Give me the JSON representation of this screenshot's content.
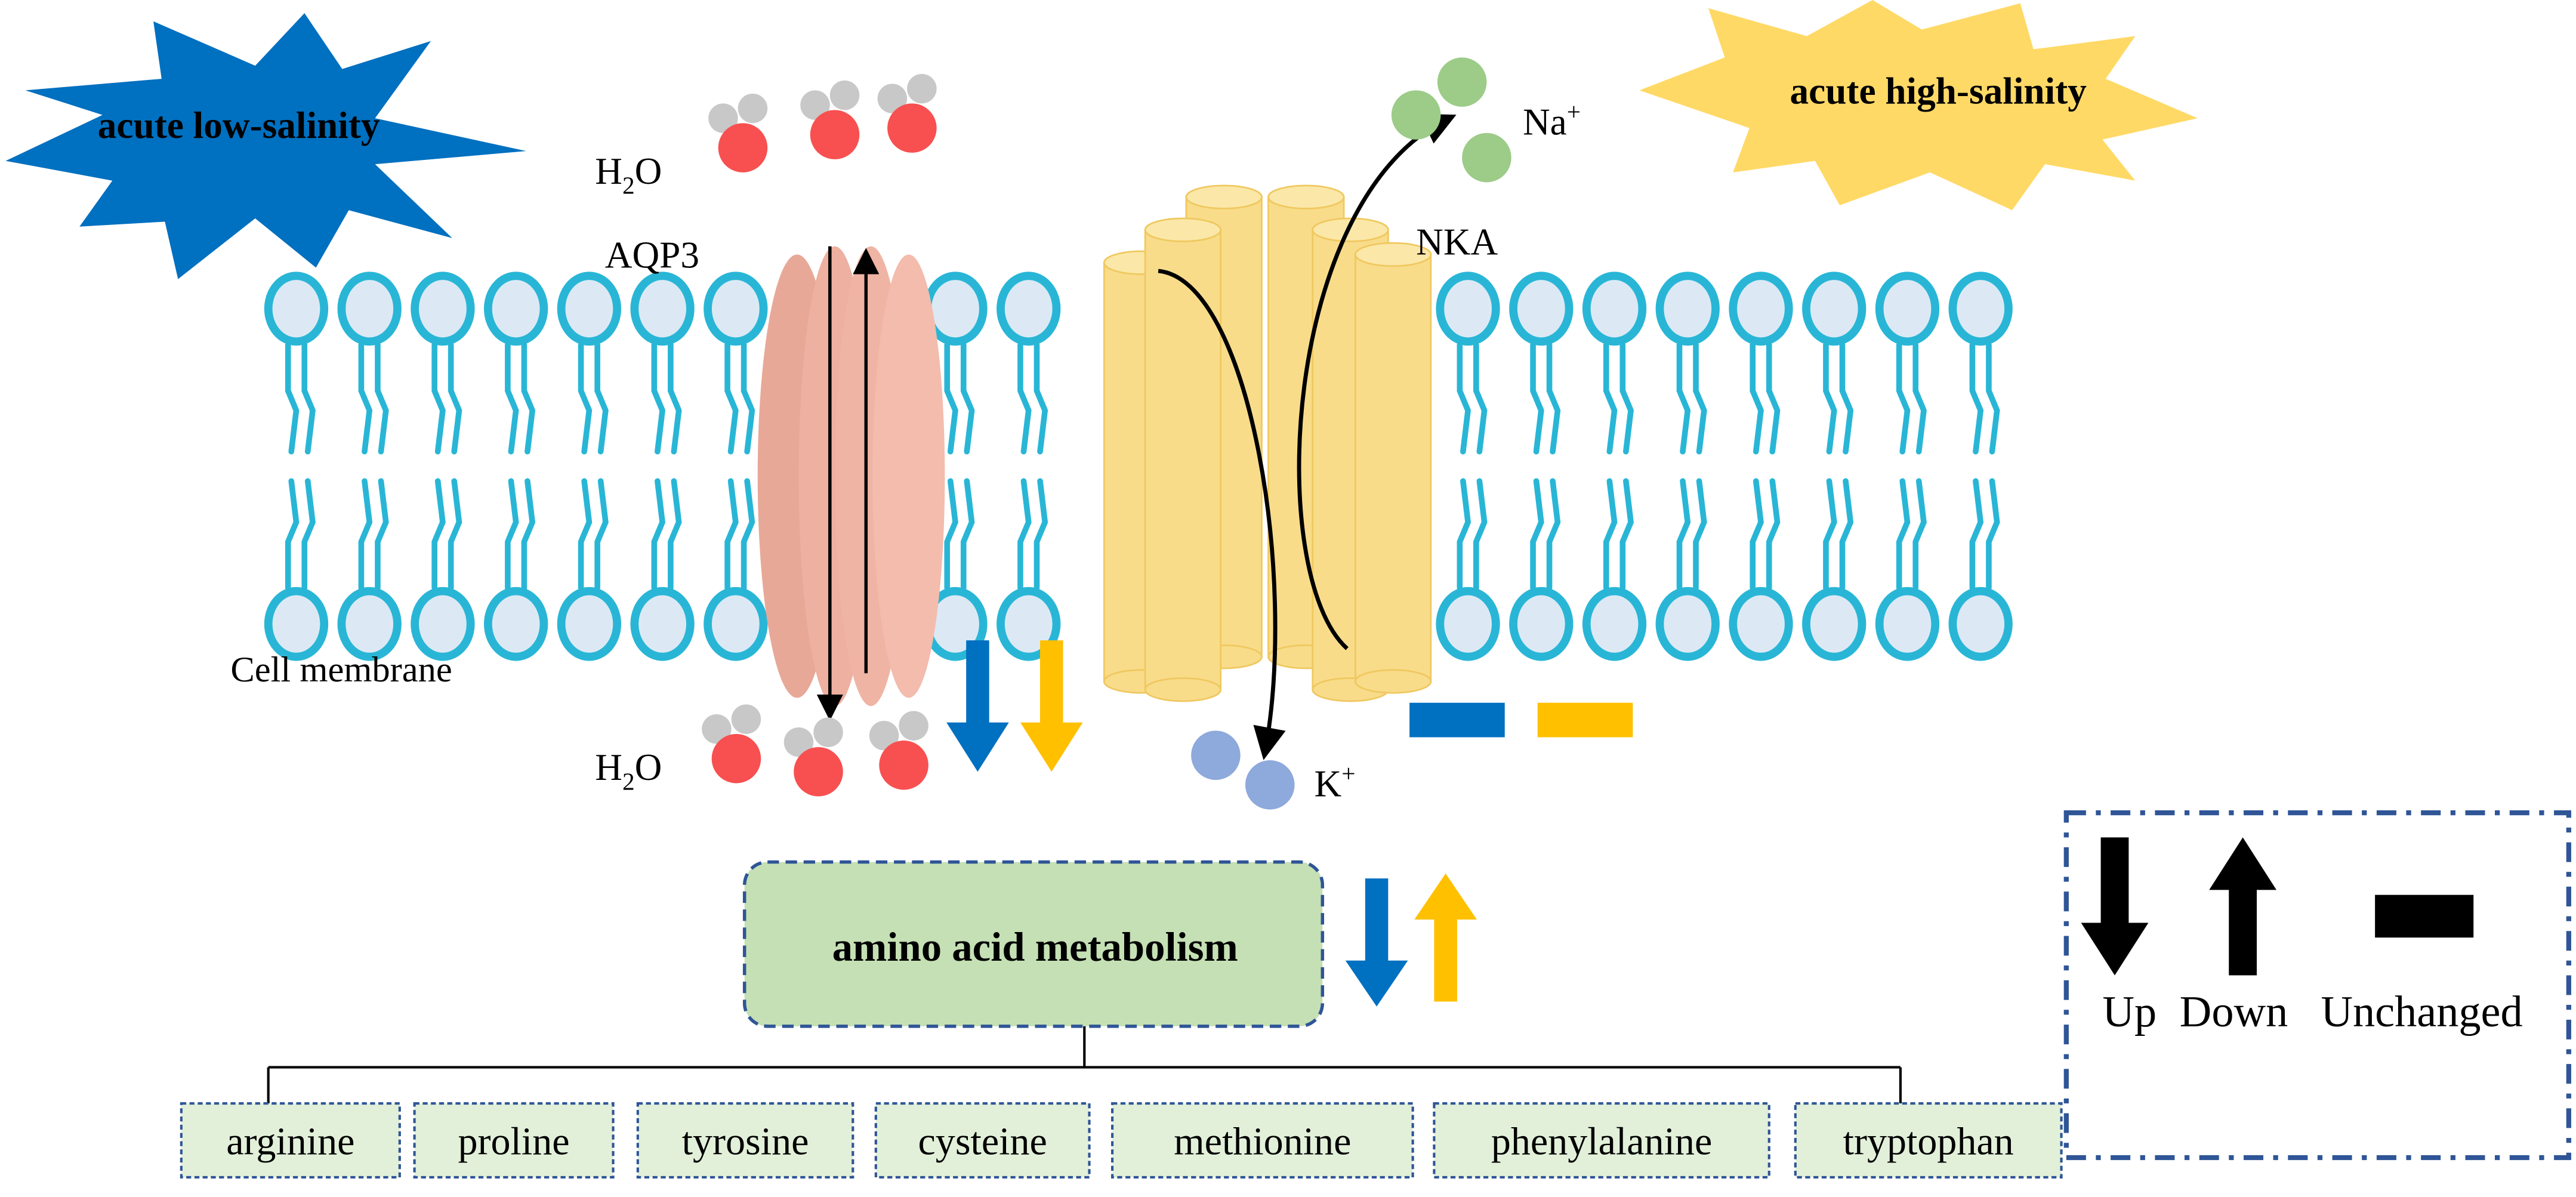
{
  "stress": {
    "low": {
      "label": "acute low-salinity",
      "color": "#0070c0"
    },
    "high": {
      "label": "acute high-salinity",
      "color": "#ffd966"
    }
  },
  "water": {
    "top": {
      "a": "H",
      "sub": "2",
      "b": "O"
    },
    "bottom": {
      "a": "H",
      "sub": "2",
      "b": "O"
    }
  },
  "aqp3_label": "AQP3",
  "nka_label": "NKA",
  "sodium": {
    "a": "Na",
    "sup": "+"
  },
  "potassium": {
    "a": "K",
    "sup": "+"
  },
  "membrane_label": "Cell membrane",
  "metabolism": {
    "label": "amino acid metabolism",
    "amino_acids": [
      "arginine",
      "proline",
      "tyrosine",
      "cysteine",
      "methionine",
      "phenylalanine",
      "tryptophan"
    ]
  },
  "legend": {
    "up": "Up",
    "down": "Down",
    "unchanged": "Unchanged"
  },
  "colors": {
    "low": "#0070c0",
    "high": "#ffc000",
    "membrane": "#29b6d6",
    "head_fill": "#dce9f5",
    "aqp": "#f0b4a4",
    "nka": "#f8dc8a",
    "box_border": "#2f5597"
  }
}
